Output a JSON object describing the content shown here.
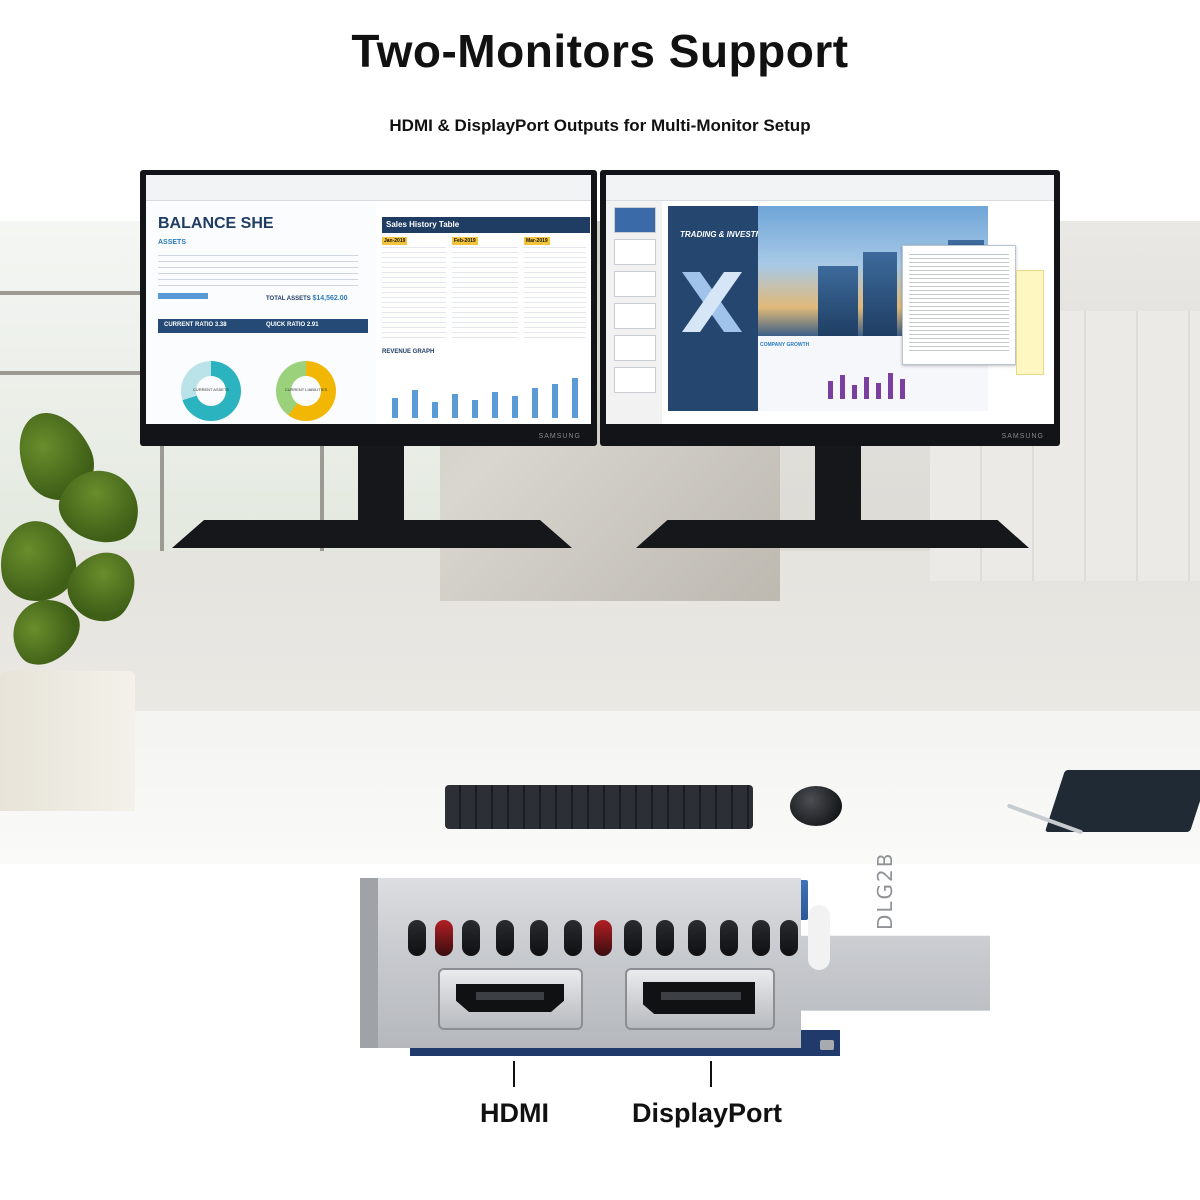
{
  "header": {
    "title": "Two-Monitors Support",
    "subtitle": "HDMI & DisplayPort Outputs for Multi-Monitor Setup"
  },
  "left_monitor": {
    "brand": "SAMSUNG",
    "balance_sheet_title": "BALANCE SHE",
    "assets_label": "ASSETS",
    "total_assets_label": "TOTAL ASSETS",
    "total_assets_value": "$14,562.00",
    "current_ratio_label": "CURRENT RATIO",
    "current_ratio_value": "3.38",
    "quick_ratio_label": "QUICK RATIO",
    "quick_ratio_value": "2.91",
    "donut_1_label": "CURRENT ASSETS",
    "donut_2_label": "CURRENT LIABILITIES",
    "sales_title": "Sales History Table",
    "tabs": [
      "Jan-2019",
      "Feb-2019",
      "Mar-2019"
    ],
    "revenue_title": "REVENUE GRAPH"
  },
  "right_monitor": {
    "brand": "SAMSUNG",
    "slide_title": "TRADING & INVESTMENT",
    "growth_label": "COMPANY GROWTH"
  },
  "bracket": {
    "engraving": "DLG2B"
  },
  "ports": {
    "hdmi_label": "HDMI",
    "displayport_label": "DisplayPort"
  },
  "colors": {
    "title_text": "#111111",
    "card_blue": "#2c5793",
    "bracket_silver": "#c7cace"
  }
}
